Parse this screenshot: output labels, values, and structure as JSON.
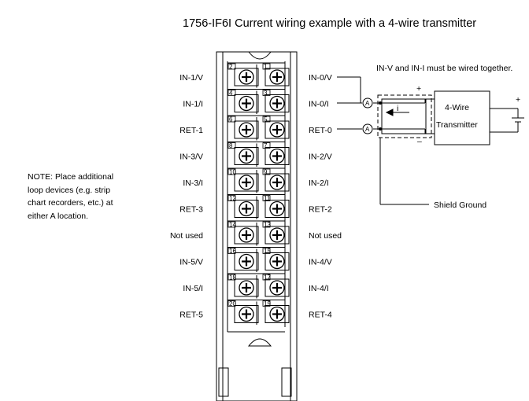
{
  "title": "1756-IF6I Current wiring example with a 4-wire transmitter",
  "note_lines": [
    "NOTE:  Place additional",
    "loop devices (e.g. strip",
    "chart recorders, etc.) at",
    "either A location."
  ],
  "terminals": {
    "left_labels": [
      "IN-1/V",
      "IN-1/I",
      "RET-1",
      "IN-3/V",
      "IN-3/I",
      "RET-3",
      "Not  used",
      "IN-5/V",
      "IN-5/I",
      "RET-5"
    ],
    "right_labels": [
      "IN-0/V",
      "IN-0/I",
      "RET-0",
      "IN-2/V",
      "IN-2/I",
      "RET-2",
      "Not  used",
      "IN-4/V",
      "IN-4/I",
      "RET-4"
    ],
    "left_numbers": [
      "2",
      "4",
      "6",
      "8",
      "10",
      "12",
      "14",
      "16",
      "18",
      "20"
    ],
    "right_numbers": [
      "1",
      "3",
      "5",
      "7",
      "9",
      "11",
      "13",
      "15",
      "17",
      "19"
    ]
  },
  "wiring": {
    "jumper_note": "IN-V and IN-I must be wired together.",
    "transmitter_line1": "4-Wire",
    "transmitter_line2": "Transmitter",
    "shield_ground": "Shield  Ground",
    "ammeter_symbol": "A",
    "plus_sign": "+",
    "minus_sign": "–",
    "current_arrow_label": "i"
  }
}
